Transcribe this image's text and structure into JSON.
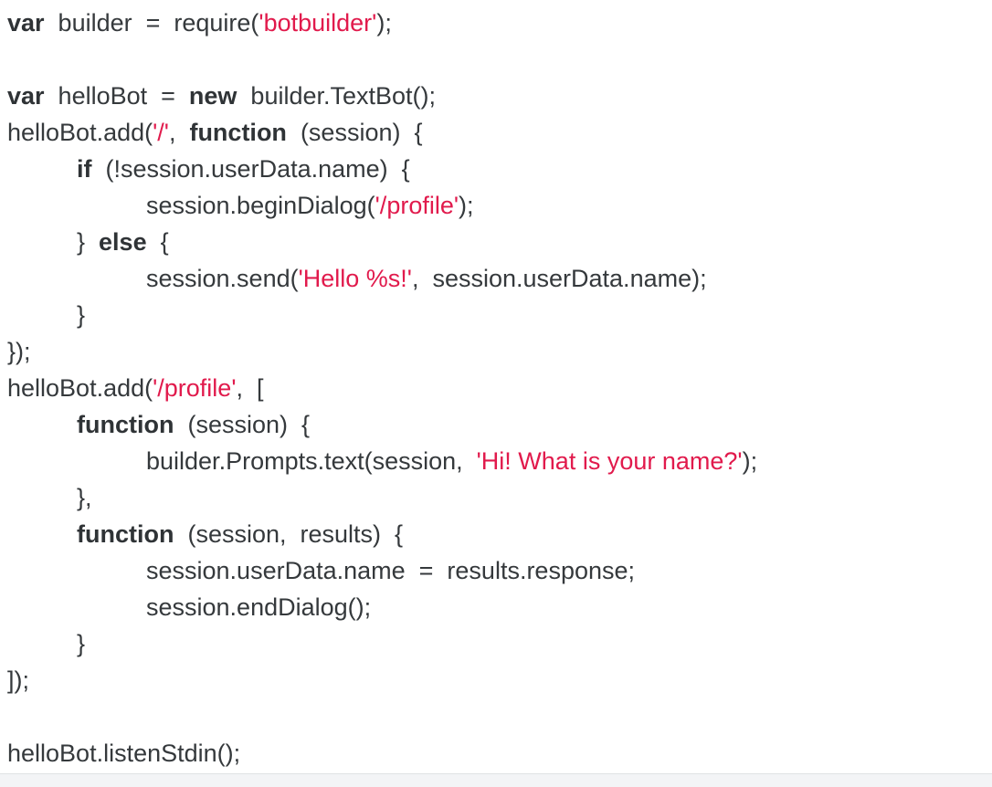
{
  "colors": {
    "code_text": "#35393c",
    "code_keyword": "#2f3336",
    "code_string": "#e11a4c",
    "footer_bar_background": "#f3f4f6",
    "footer_bar_border": "#e0e2e4",
    "page_background": "#ffffff"
  },
  "code": {
    "language": "javascript",
    "lines": [
      {
        "indent": 0,
        "segments": [
          {
            "type": "keyword",
            "text": "var"
          },
          {
            "type": "plain",
            "text": "  builder  =  require("
          },
          {
            "type": "string",
            "text": "'botbuilder'"
          },
          {
            "type": "plain",
            "text": ");"
          }
        ]
      },
      {
        "indent": 0,
        "segments": []
      },
      {
        "indent": 0,
        "segments": [
          {
            "type": "keyword",
            "text": "var"
          },
          {
            "type": "plain",
            "text": "  helloBot  =  "
          },
          {
            "type": "keyword",
            "text": "new"
          },
          {
            "type": "plain",
            "text": "  builder.TextBot();"
          }
        ]
      },
      {
        "indent": 0,
        "segments": [
          {
            "type": "plain",
            "text": "helloBot.add("
          },
          {
            "type": "string",
            "text": "'/'"
          },
          {
            "type": "plain",
            "text": ",  "
          },
          {
            "type": "keyword",
            "text": "function"
          },
          {
            "type": "plain",
            "text": "  (session)  {"
          }
        ]
      },
      {
        "indent": 1,
        "segments": [
          {
            "type": "keyword",
            "text": "if"
          },
          {
            "type": "plain",
            "text": "  (!session.userData.name)  {"
          }
        ]
      },
      {
        "indent": 2,
        "segments": [
          {
            "type": "plain",
            "text": "session.beginDialog("
          },
          {
            "type": "string",
            "text": "'/profile'"
          },
          {
            "type": "plain",
            "text": ");"
          }
        ]
      },
      {
        "indent": 1,
        "segments": [
          {
            "type": "plain",
            "text": "}  "
          },
          {
            "type": "keyword",
            "text": "else"
          },
          {
            "type": "plain",
            "text": "  {"
          }
        ]
      },
      {
        "indent": 2,
        "segments": [
          {
            "type": "plain",
            "text": "session.send("
          },
          {
            "type": "string",
            "text": "'Hello %s!'"
          },
          {
            "type": "plain",
            "text": ",  session.userData.name);"
          }
        ]
      },
      {
        "indent": 1,
        "segments": [
          {
            "type": "plain",
            "text": "}"
          }
        ]
      },
      {
        "indent": 0,
        "segments": [
          {
            "type": "plain",
            "text": "});"
          }
        ]
      },
      {
        "indent": 0,
        "segments": [
          {
            "type": "plain",
            "text": "helloBot.add("
          },
          {
            "type": "string",
            "text": "'/profile'"
          },
          {
            "type": "plain",
            "text": ",  ["
          }
        ]
      },
      {
        "indent": 1,
        "segments": [
          {
            "type": "keyword",
            "text": "function"
          },
          {
            "type": "plain",
            "text": "  (session)  {"
          }
        ]
      },
      {
        "indent": 2,
        "segments": [
          {
            "type": "plain",
            "text": "builder.Prompts.text(session,  "
          },
          {
            "type": "string",
            "text": "'Hi! What is your name?'"
          },
          {
            "type": "plain",
            "text": ");"
          }
        ]
      },
      {
        "indent": 1,
        "segments": [
          {
            "type": "plain",
            "text": "},"
          }
        ]
      },
      {
        "indent": 1,
        "segments": [
          {
            "type": "keyword",
            "text": "function"
          },
          {
            "type": "plain",
            "text": "  (session,  results)  {"
          }
        ]
      },
      {
        "indent": 2,
        "segments": [
          {
            "type": "plain",
            "text": "session.userData.name  =  results.response;"
          }
        ]
      },
      {
        "indent": 2,
        "segments": [
          {
            "type": "plain",
            "text": "session.endDialog();"
          }
        ]
      },
      {
        "indent": 1,
        "segments": [
          {
            "type": "plain",
            "text": "}"
          }
        ]
      },
      {
        "indent": 0,
        "segments": [
          {
            "type": "plain",
            "text": "]);"
          }
        ]
      },
      {
        "indent": 0,
        "segments": []
      },
      {
        "indent": 0,
        "segments": [
          {
            "type": "plain",
            "text": "helloBot.listenStdin();"
          }
        ]
      }
    ]
  }
}
